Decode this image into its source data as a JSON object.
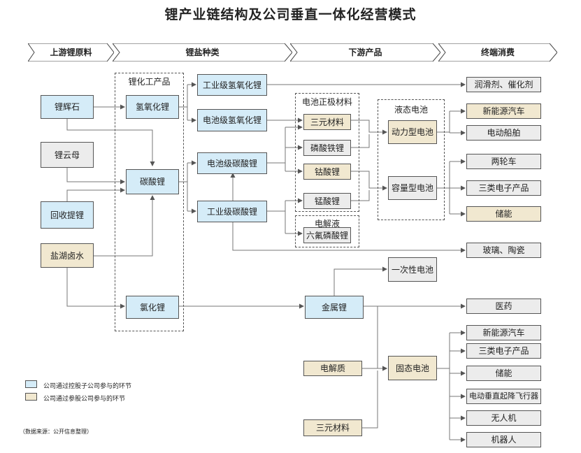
{
  "title": "锂产业链结构及公司垂直一体化经营模式",
  "stages": [
    "上游锂原料",
    "锂盐种类",
    "下游产品",
    "终端消费"
  ],
  "upstream": {
    "spodumene": "锂辉石",
    "lepidolite": "锂云母",
    "recycle": "回收提锂",
    "brine": "盐湖卤水"
  },
  "lithium_chemicals": {
    "group_label": "锂化工产品",
    "hydroxide": "氢氧化锂",
    "carbonate": "碳酸锂",
    "chloride": "氯化锂"
  },
  "salts": {
    "industrial_hydroxide": "工业级氢氧化锂",
    "battery_hydroxide": "电池级氢氧化锂",
    "battery_carbonate": "电池级碳酸锂",
    "industrial_carbonate": "工业级碳酸锂",
    "metal": "金属锂"
  },
  "cathode": {
    "group_label": "电池正极材料",
    "ternary": "三元材料",
    "lfp": "磷酸铁锂",
    "lco": "钴酸锂",
    "lmo": "锰酸锂"
  },
  "electrolyte": {
    "group_label": "电解液",
    "lipf6": "六氟磷酸锂"
  },
  "liquid_battery": {
    "group_label": "液态电池",
    "power": "动力型电池",
    "capacity": "容量型电池"
  },
  "solid": {
    "electrolyte": "电解质",
    "ternary": "三元材料",
    "battery": "固态电池",
    "primary": "一次性电池"
  },
  "terminal": {
    "lubricant": "润滑剂、催化剂",
    "nev": "新能源汽车",
    "ev_ship": "电动船舶",
    "two_wheel": "两轮车",
    "consumer_3c": "三类电子产品",
    "storage": "储能",
    "glass": "玻璃、陶瓷",
    "medicine": "医药",
    "nev2": "新能源汽车",
    "consumer_3c2": "三类电子产品",
    "storage2": "储能",
    "evtol": "电动垂直起降飞行器",
    "drone": "无人机",
    "robot": "机器人"
  },
  "legend": {
    "holding": "公司通过控股子公司参与的环节",
    "share": "公司通过参股公司参与的环节"
  },
  "colors": {
    "holding": "#d5ecf8",
    "share": "#f1e8d0",
    "neutral": "#ececec"
  },
  "source": "（数据来源：公开信息整理）"
}
